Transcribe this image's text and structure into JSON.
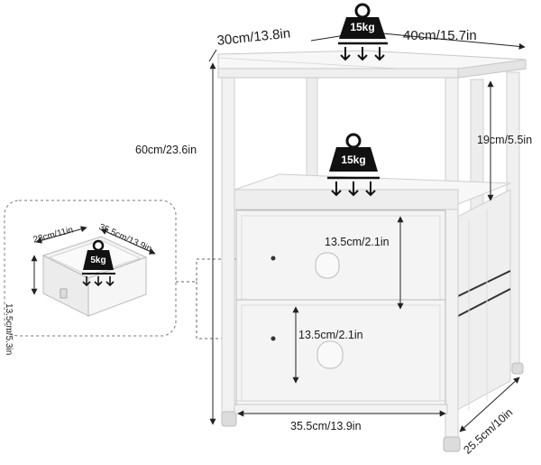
{
  "dimensions": {
    "top_depth": "30cm/13.8in",
    "top_width": "40cm/15.7in",
    "total_height": "60cm/23.6in",
    "shelf_gap": "19cm/5.5in",
    "drawer1_height": "13.5cm/2.1in",
    "drawer2_height": "13.5cm/2.1in",
    "base_width": "35.5cm/13.9in",
    "base_depth": "25.5cm/10in"
  },
  "drawer_detail": {
    "depth": "28cm/11in",
    "width": "35.5cm/13.9in",
    "height": "13.5cm/5.3in",
    "weight": "5kg"
  },
  "weights": {
    "top": "15kg",
    "shelf": "15kg"
  },
  "icons": [
    "weight-icon",
    "down-arrows-icon",
    "drawer-knob-icon",
    "dimension-arrow-icon"
  ]
}
